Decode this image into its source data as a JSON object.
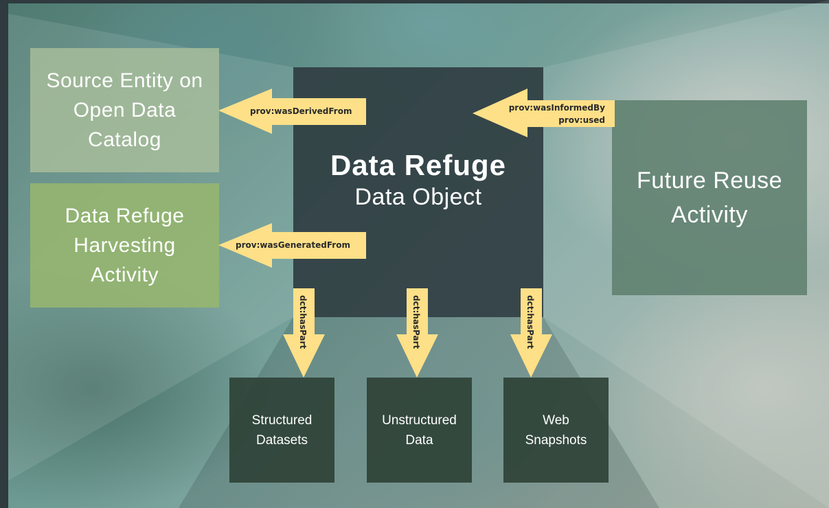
{
  "diagram": {
    "center": {
      "title": "Data Refuge",
      "subtitle": "Data Object"
    },
    "left_top": {
      "line1": "Source Entity on",
      "line2": "Open Data",
      "line3": "Catalog"
    },
    "left_bottom": {
      "line1": "Data Refuge",
      "line2": "Harvesting",
      "line3": "Activity"
    },
    "right": {
      "line1": "Future Reuse",
      "line2": "Activity"
    },
    "bottom": [
      {
        "line1": "Structured",
        "line2": "Datasets"
      },
      {
        "line1": "Unstructured",
        "line2": "Data"
      },
      {
        "line1": "Web",
        "line2": "Snapshots"
      }
    ],
    "edges": {
      "derived": "prov:wasDerivedFrom",
      "generated": "prov:wasGeneratedFrom",
      "informed1": "prov:wasInformedBy",
      "informed2": "prov:used",
      "haspart": [
        "dct:hasPart",
        "dct:hasPart",
        "dct:hasPart"
      ]
    },
    "colors": {
      "arrow": "#fde088",
      "center_box": "#303e42",
      "source_box": "#aabe9b",
      "harvest_box": "#96b66e",
      "future_box": "#5f806e",
      "bottom_box": "#2f4237"
    }
  }
}
